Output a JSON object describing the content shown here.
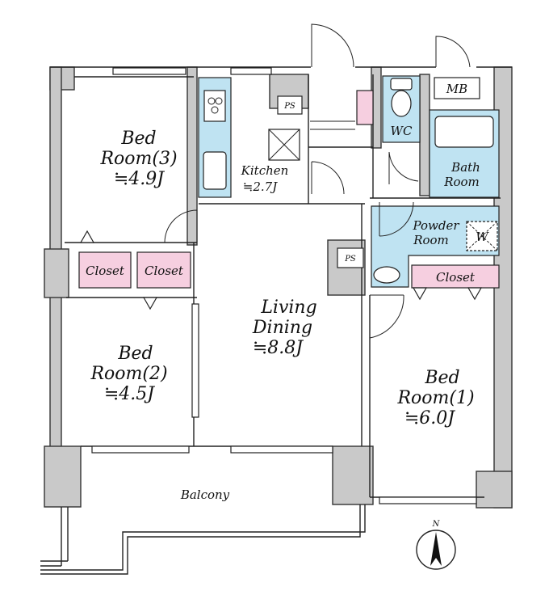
{
  "rooms": {
    "bed3": {
      "name": "Bed",
      "name2": "Room(3)",
      "size": "≒4.9J"
    },
    "kitchen": {
      "name": "Kitchen",
      "size": "≒2.7J"
    },
    "bed2": {
      "name": "Bed",
      "name2": "Room(2)",
      "size": "≒4.5J"
    },
    "living": {
      "name": "Living",
      "name2": "Dining",
      "size": "≒8.8J"
    },
    "bed1": {
      "name": "Bed",
      "name2": "Room(1)",
      "size": "≒6.0J"
    },
    "bath": {
      "name": "Bath",
      "name2": "Room"
    },
    "powder": {
      "name": "Powder",
      "name2": "Room"
    },
    "wc": {
      "name": "WC"
    },
    "balcony": {
      "name": "Balcony"
    }
  },
  "labels": {
    "closet_a": "Closet",
    "closet_b": "Closet",
    "closet_c": "Closet",
    "mb": "MB",
    "ps1": "PS",
    "ps2": "PS",
    "washer": "W",
    "north": "N"
  }
}
